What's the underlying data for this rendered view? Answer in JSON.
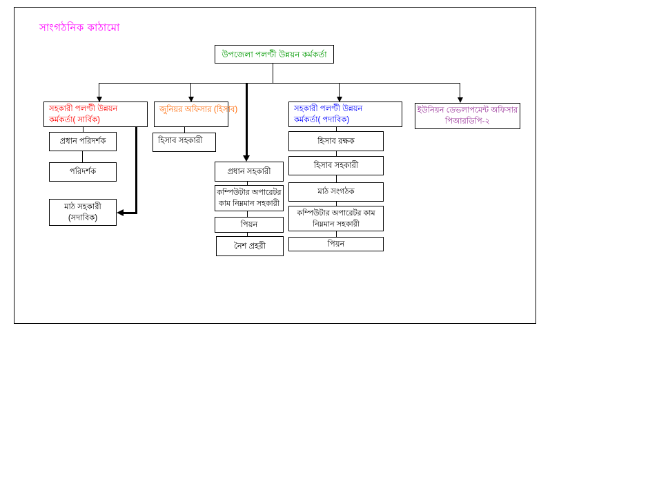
{
  "page": {
    "title": "সাংগঠনিক কাঠামো",
    "title_color": "#ff00ff"
  },
  "colors": {
    "root_text": "#009900",
    "ardo_sarbik_text": "#ff0000",
    "junior_officer_text": "#ff6600",
    "ardo_pdbf_text": "#0000ff",
    "udo_text": "#993399",
    "default_text": "#000000",
    "line": "#000000",
    "box_border": "#000000",
    "background": "#ffffff"
  },
  "nodes": {
    "root": {
      "lines": [
        "উপজেলা পলণ্টী উন্নয়ন কর্মকর্তা"
      ],
      "color": "#009900"
    },
    "ardo_sarbik": {
      "lines": [
        "সহকারী পলণ্টী উন্নয়ন",
        "কর্মকর্তা( সার্বিক)"
      ],
      "color": "#ff0000"
    },
    "junior_officer": {
      "lines": [
        "জুনিয়র অফিসার (হিসাব)"
      ],
      "color": "#ff6600"
    },
    "ardo_pdbf": {
      "lines": [
        "সহকারী পলণ্টী উন্নয়ন",
        "কর্মকর্তা( পদাবিক)"
      ],
      "color": "#0000ff"
    },
    "udo_prdp2": {
      "lines": [
        "ইউনিয়ন ডেভলাপমেন্ট অফিসার",
        "পিআরডিপি-২"
      ],
      "color": "#993399"
    },
    "chief_inspector": {
      "lines": [
        "প্রধান পরিদর্শক"
      ],
      "color": "#000000"
    },
    "inspector": {
      "lines": [
        "পরিদর্শক"
      ],
      "color": "#000000"
    },
    "field_assistant": {
      "lines": [
        "মাঠ সহকারী",
        "(সদাবিক)"
      ],
      "color": "#000000"
    },
    "accounts_assistant_jr": {
      "lines": [
        "হিসাব সহকারী"
      ],
      "color": "#000000"
    },
    "head_assistant": {
      "lines": [
        "প্রধান সহকারী"
      ],
      "color": "#000000"
    },
    "computer_operator_mid": {
      "lines": [
        "কম্পিউটার অপারেটর",
        "কাম নিম্নমান সহকারী"
      ],
      "color": "#000000"
    },
    "peon_mid": {
      "lines": [
        "পিয়ন"
      ],
      "color": "#000000"
    },
    "night_guard": {
      "lines": [
        "নৈশ প্রহরী"
      ],
      "color": "#000000"
    },
    "accountant": {
      "lines": [
        "হিসাব রক্ষক"
      ],
      "color": "#000000"
    },
    "accounts_assistant": {
      "lines": [
        "হিসাব সহকারী"
      ],
      "color": "#000000"
    },
    "field_organizer": {
      "lines": [
        "মাঠ সংগঠক"
      ],
      "color": "#000000"
    },
    "computer_operator_right": {
      "lines": [
        "কম্পিউটার অপারেটর কাম",
        "নিম্নমান সহকারী"
      ],
      "color": "#000000"
    },
    "peon_right": {
      "lines": [
        "পিয়ন"
      ],
      "color": "#000000"
    }
  }
}
